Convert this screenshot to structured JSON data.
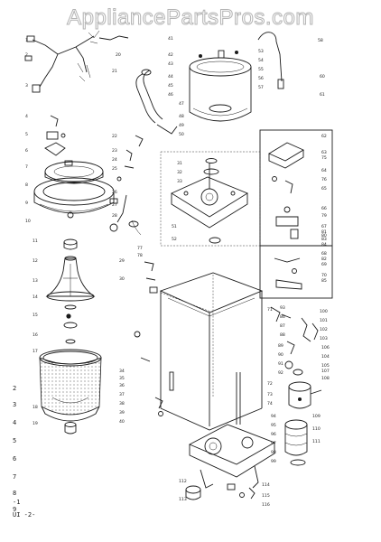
{
  "watermark": "AppliancePartsPros.com",
  "part_numbers": {
    "n1": "41",
    "n2": "58",
    "n3": "20",
    "n4": "21",
    "n5": "42",
    "n6": "43",
    "n7": "44",
    "n8": "45",
    "n9": "46",
    "n10": "53",
    "n11": "54",
    "n12": "55",
    "n13": "56",
    "n14": "57",
    "n15": "60",
    "n16": "61",
    "n17": "47",
    "n18": "48",
    "n19": "49",
    "n20": "50",
    "n21": "22",
    "n22": "23",
    "n23": "24",
    "n24": "25",
    "n25": "26",
    "n26": "27",
    "n27": "28",
    "n28": "31",
    "n29": "32",
    "n30": "33",
    "n31": "51",
    "n32": "52",
    "n33": "29",
    "n34": "30",
    "n35": "62",
    "n36": "63",
    "n37": "64",
    "n38": "65",
    "n39": "66",
    "n40": "67",
    "n41": "68",
    "n42": "69",
    "n43": "70",
    "n44": "71",
    "n45": "72",
    "n46": "73",
    "n47": "74",
    "n48": "75",
    "n49": "76",
    "n50": "77",
    "n51": "78",
    "n52": "79",
    "n53": "80",
    "n54": "81",
    "n55": "82",
    "n56": "83",
    "n57": "84",
    "n58": "85",
    "n59": "86",
    "n60": "87",
    "n61": "88",
    "n62": "89",
    "n63": "90",
    "n64": "91",
    "n65": "92",
    "n66": "93",
    "n67": "94",
    "n68": "95",
    "n69": "96",
    "n70": "97",
    "n71": "98",
    "n72": "99",
    "n73": "100",
    "n74": "101",
    "n75": "102",
    "n76": "103",
    "n77": "104",
    "n78": "105",
    "n79": "106",
    "n80": "107",
    "n81": "108",
    "n82": "109",
    "n83": "110",
    "n84": "111",
    "n85": "112",
    "n86": "113",
    "n87": "114",
    "n88": "115",
    "n89": "116",
    "n90": "34",
    "n91": "35",
    "n92": "36",
    "n93": "37",
    "n94": "38",
    "n95": "39",
    "n96": "40",
    "n97": "11",
    "n98": "12",
    "n99": "13",
    "n100": "14",
    "n101": "15",
    "n102": "16",
    "n103": "17",
    "n104": "18",
    "n105": "19",
    "n106": "1",
    "n107": "2",
    "n108": "3",
    "n109": "4",
    "n110": "5",
    "n111": "6",
    "n112": "7",
    "n113": "8",
    "n114": "9",
    "n115": "10"
  },
  "left_margin_labels": [
    "2",
    "3",
    "4",
    "5",
    "6",
    "7",
    "8",
    "9"
  ],
  "bottom_labels": {
    "a": "-1",
    "b": "UI -2-"
  }
}
